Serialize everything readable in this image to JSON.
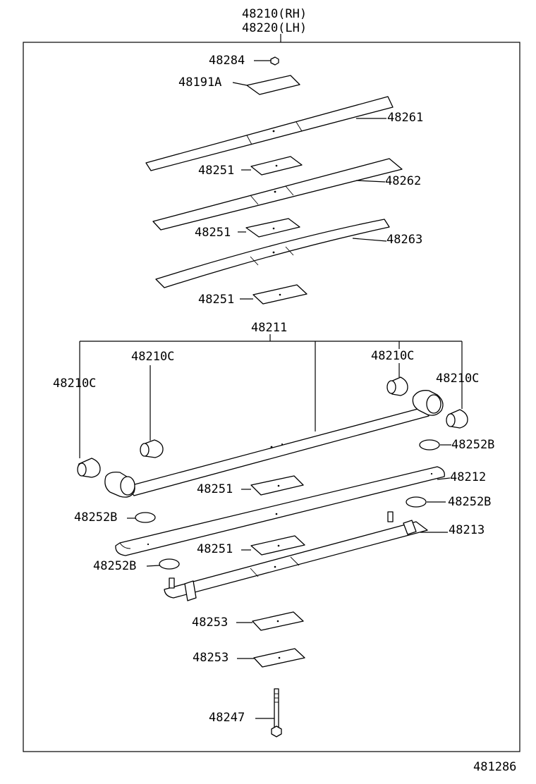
{
  "header": {
    "part_rh": "48210(RH)",
    "part_lh": "48220(LH)"
  },
  "labels": {
    "p48284": "48284",
    "p48191A": "48191A",
    "p48261": "48261",
    "p48251_a": "48251",
    "p48262": "48262",
    "p48251_b": "48251",
    "p48263": "48263",
    "p48251_c": "48251",
    "p48211": "48211",
    "p48210C_a": "48210C",
    "p48210C_b": "48210C",
    "p48210C_c": "48210C",
    "p48210C_d": "48210C",
    "p48252B_a": "48252B",
    "p48251_d": "48251",
    "p48212": "48212",
    "p48252B_b": "48252B",
    "p48252B_c": "48252B",
    "p48213": "48213",
    "p48251_e": "48251",
    "p48252B_d": "48252B",
    "p48253_a": "48253",
    "p48253_b": "48253",
    "p48247": "48247"
  },
  "footer": {
    "diagram_number": "481286"
  }
}
